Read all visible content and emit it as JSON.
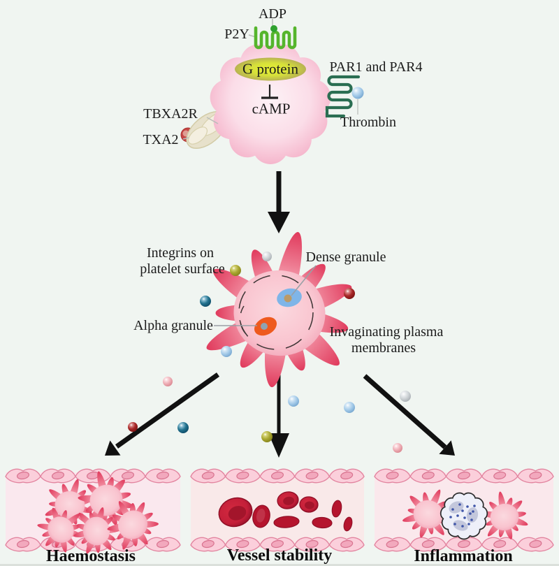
{
  "diagram": {
    "receptors_cell": {
      "adp": "ADP",
      "p2y": "P2Y",
      "g_protein": "G protein",
      "camp": "cAMP",
      "par": "PAR1 and PAR4",
      "thrombin": "Thrombin",
      "tbxa2r": "TBXA2R",
      "txa2": "TXA2"
    },
    "activated_platelet": {
      "integrins_line1": "Integrins on",
      "integrins_line2": "platelet surface",
      "dense_granule": "Dense granule",
      "alpha_granule": "Alpha granule",
      "invaginating_line1": "Invaginating plasma",
      "invaginating_line2": "membranes"
    },
    "outcomes": [
      {
        "label": "Haemostasis"
      },
      {
        "label": "Vessel stability"
      },
      {
        "label": "Inflammation"
      }
    ],
    "icons": {
      "p2y_receptor": "green serpentine GPCR",
      "adp_molecule": "small green sphere",
      "par_receptor": "teal serpentine GPCR",
      "thrombin_molecule": "light-blue sphere",
      "tbxa2r_receptor": "beige two-lobed receptor",
      "txa2_molecule": "red sphere",
      "g_protein": "yellow-olive ellipse",
      "inhibition_tbar": "G protein inhibits cAMP",
      "dense_granule": "blue ellipse with tan core",
      "alpha_granule": "orange ellipse with grey core",
      "granule_spheres": "secreted granule spheres (pink, dark-red, teal, light-blue, olive, silver)",
      "red_blood_cells": "crimson erythrocytes",
      "leukocyte": "white blood cell with lobed nucleus",
      "endothelium": "pink endothelial cell rows"
    },
    "colors": {
      "background": "#f0f5f1",
      "platelet_body": "#f8c6d1",
      "spike_tip": "#e34f6b",
      "p2y_green": "#55b52c",
      "par_teal": "#2a6e52",
      "g_protein_yellow": "#d6e03a",
      "thrombin_blue": "#82b7e6",
      "alpha_granule_orange": "#ee5a1e",
      "dense_granule_blue": "#7fb5e8",
      "rbc_red": "#c41f39",
      "vessel_lumen_pink": "#fae9ec",
      "arrow": "#111111"
    }
  }
}
